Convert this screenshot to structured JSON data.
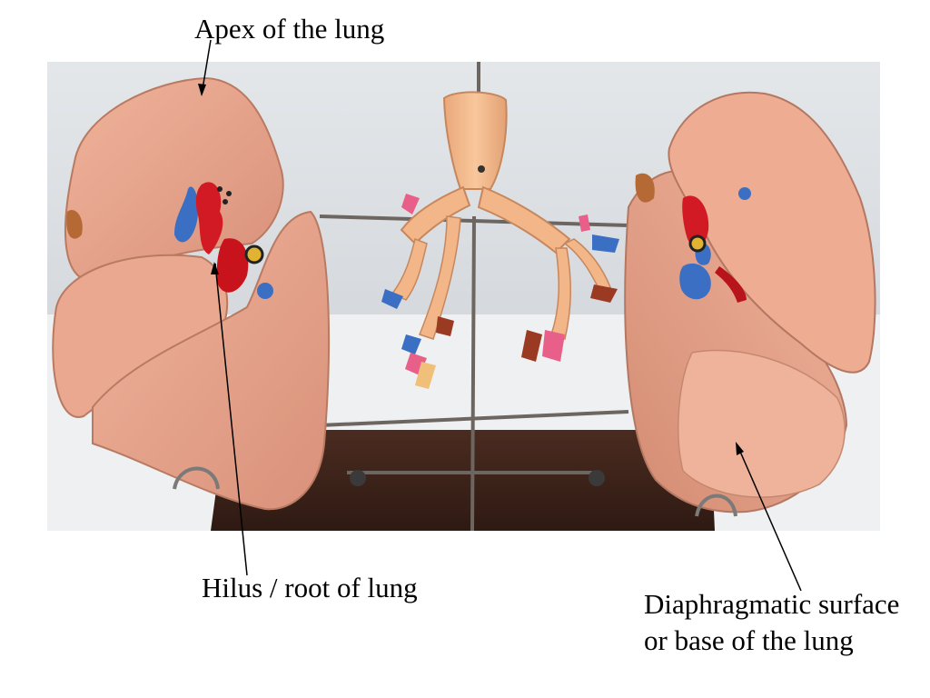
{
  "labels": {
    "apex": "Apex of the lung",
    "hilus": "Hilus / root of lung",
    "diaphragmatic_line1": "Diaphragmatic surface",
    "diaphragmatic_line2": "or base of the lung"
  },
  "colors": {
    "lung_tissue": "#e8a58c",
    "vein": "#3a6fc4",
    "artery": "#d11a24",
    "trachea": "#f0b888",
    "wood_base": "#3b2219",
    "background_wall": "#dcdfe2"
  }
}
